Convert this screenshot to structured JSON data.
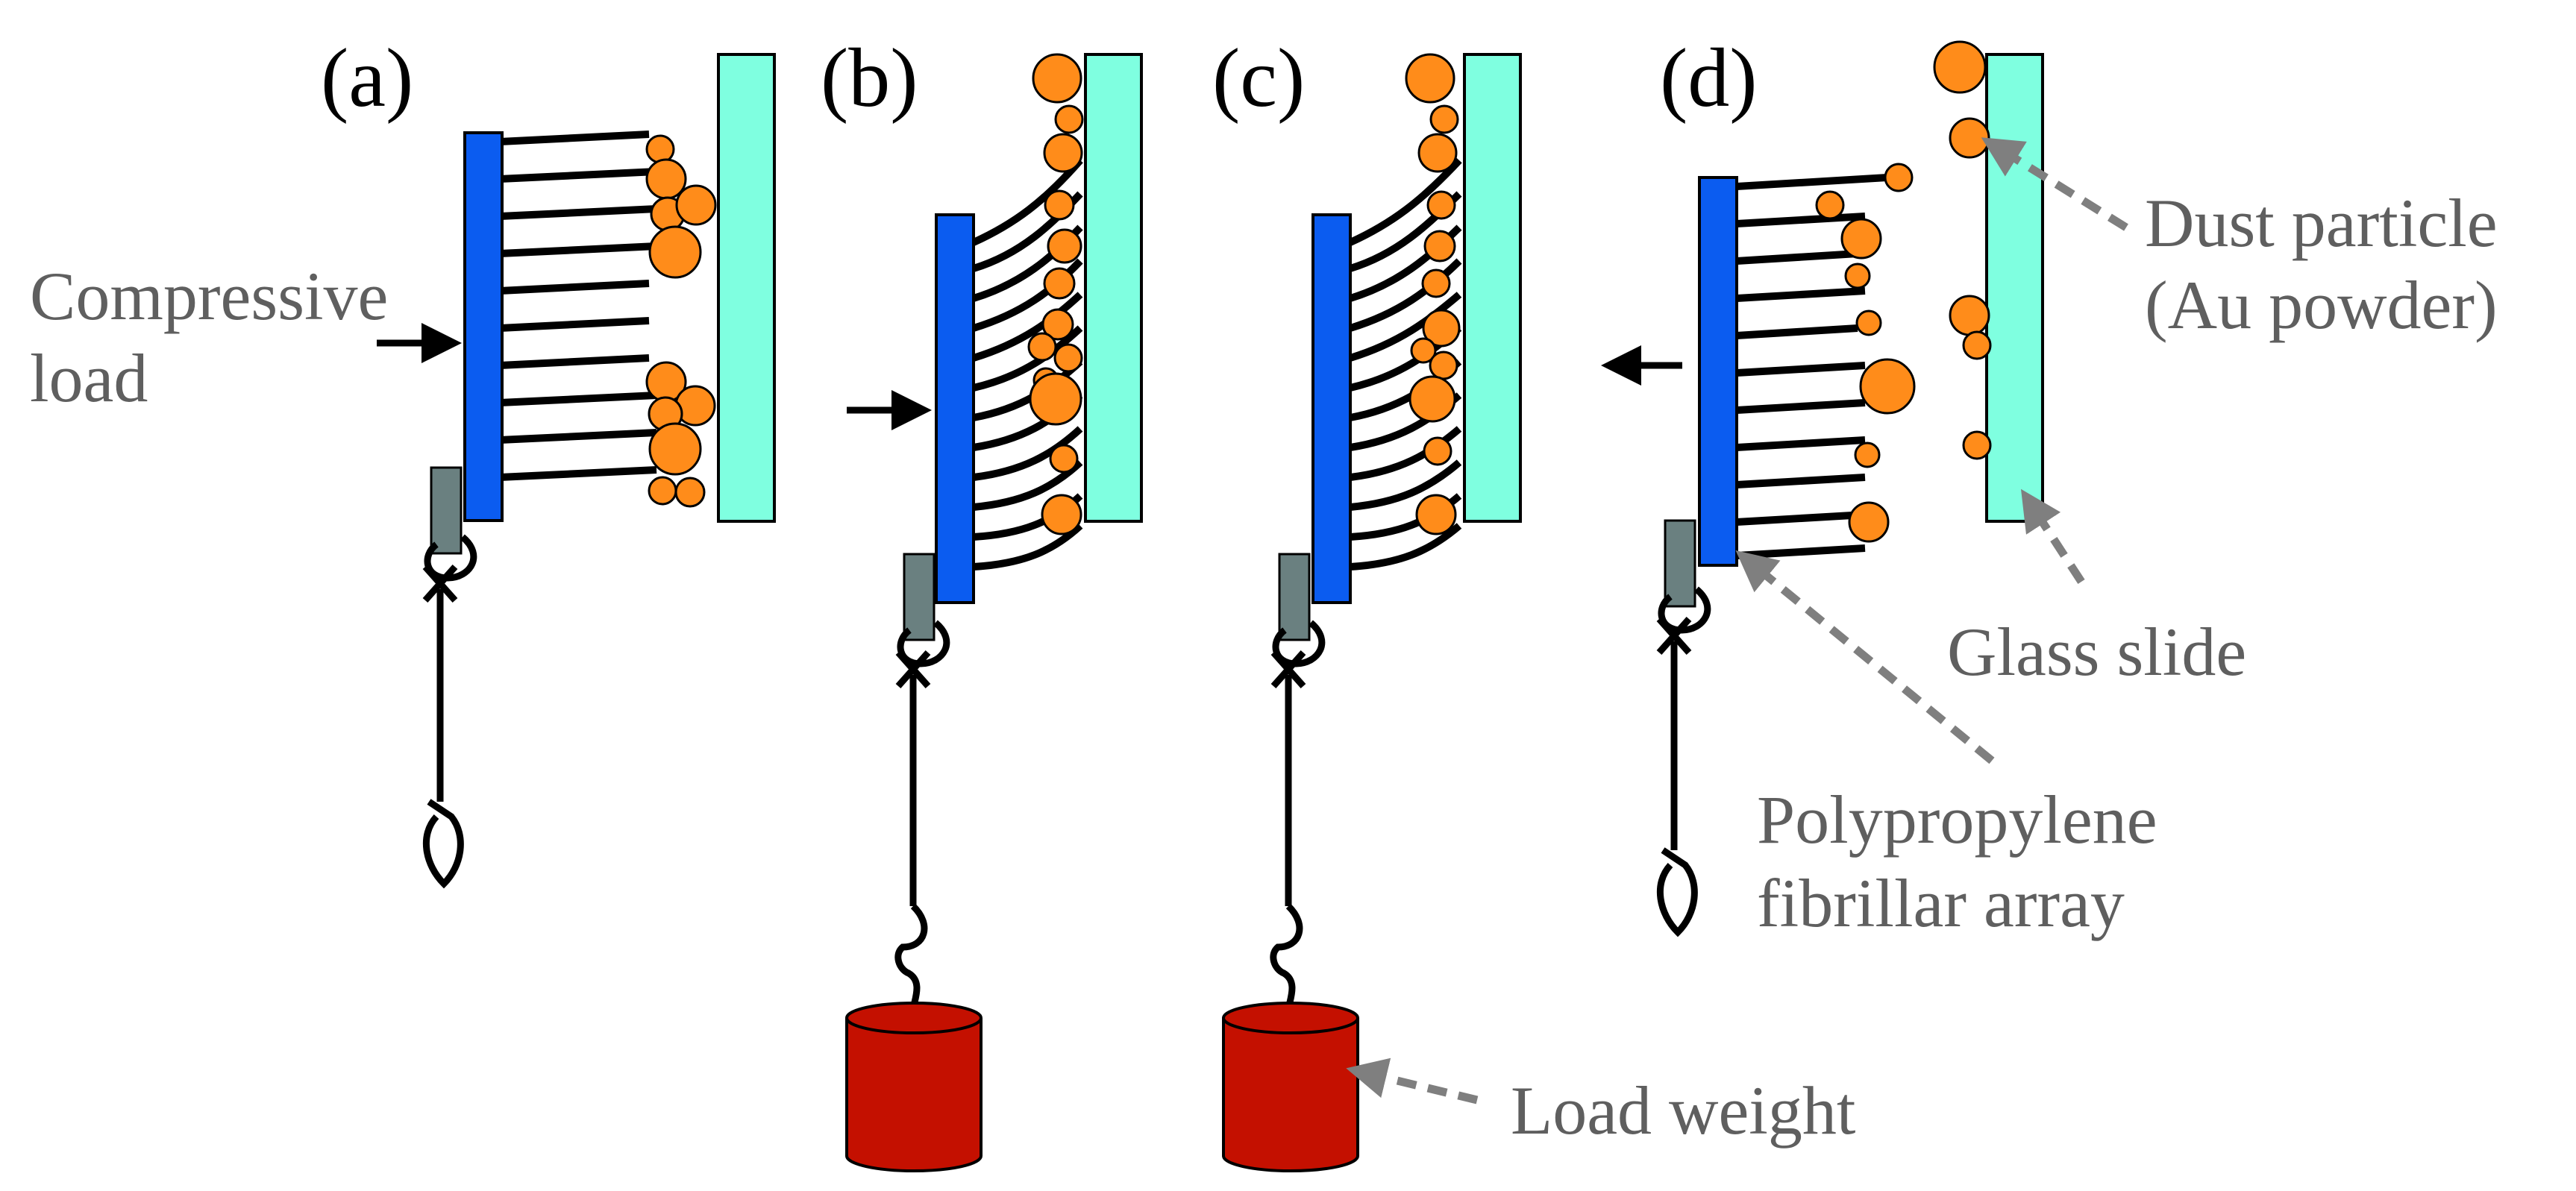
{
  "panels": [
    {
      "label": "(a)"
    },
    {
      "label": "(b)"
    },
    {
      "label": "(c)"
    },
    {
      "label": "(d)"
    }
  ],
  "annotations": {
    "compressive_load": [
      "Compressive",
      "load"
    ],
    "dust_particle": [
      "Dust particle",
      "(Au powder)"
    ],
    "glass_slide": "Glass slide",
    "fibrillar_array": [
      "Polypropylene",
      "fibrillar array"
    ],
    "load_weight": "Load weight"
  },
  "colors": {
    "backing": "#0b5cf0",
    "glass": "#7fffe0",
    "particle": "#ff8c1a",
    "weight": "#c41000",
    "clip": "#6a8080",
    "leader": "#7f7f7f",
    "text_gray": "#5f5f5f"
  }
}
